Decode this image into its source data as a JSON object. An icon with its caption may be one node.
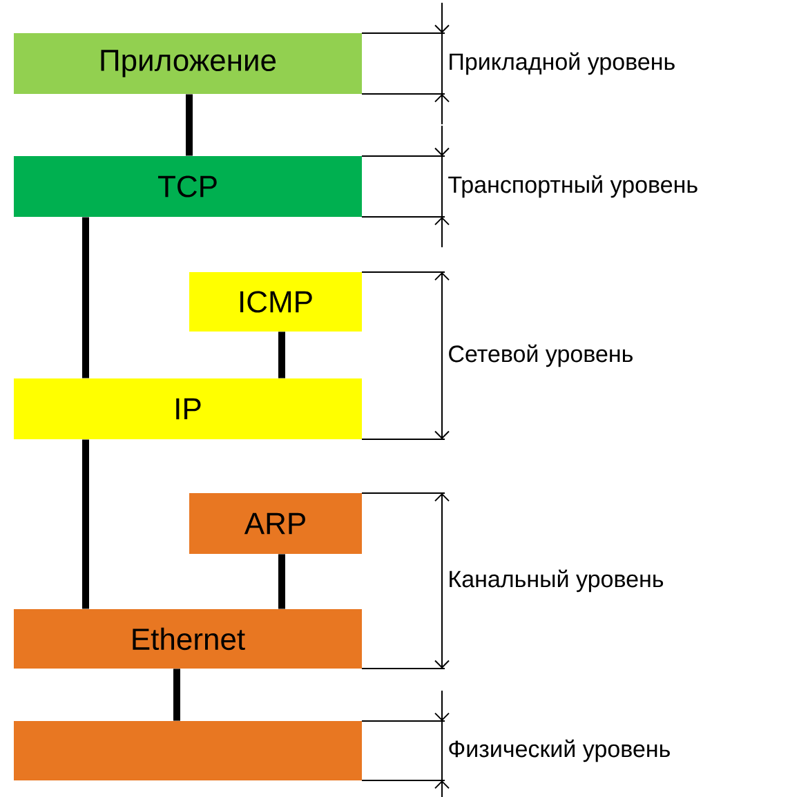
{
  "diagram": {
    "nodes": [
      {
        "text": [
          "Приложение"
        ]
      },
      {
        "text": [
          "TCP"
        ]
      },
      {
        "text": [
          "ICMP"
        ]
      },
      {
        "text": [
          "IP"
        ]
      },
      {
        "text": [
          "ARP"
        ]
      },
      {
        "text": [
          "Ethernet"
        ]
      },
      {
        "text": [],
        "shape": "box"
      }
    ],
    "edges": [
      {
        "from": 0,
        "to": 1,
        "arrow": "none"
      },
      {
        "from": 1,
        "to": 3,
        "arrow": "none"
      },
      {
        "from": 2,
        "to": 3,
        "arrow": "none"
      },
      {
        "from": 3,
        "to": 5,
        "arrow": "none"
      },
      {
        "from": 4,
        "to": 5,
        "arrow": "none"
      },
      {
        "from": 5,
        "to": 6,
        "arrow": "none"
      }
    ],
    "labels": [
      "Прикладной уровень",
      "Транспортный уровень",
      "Сетевой уровень",
      "Канальный уровень",
      "Физический уровень"
    ]
  }
}
